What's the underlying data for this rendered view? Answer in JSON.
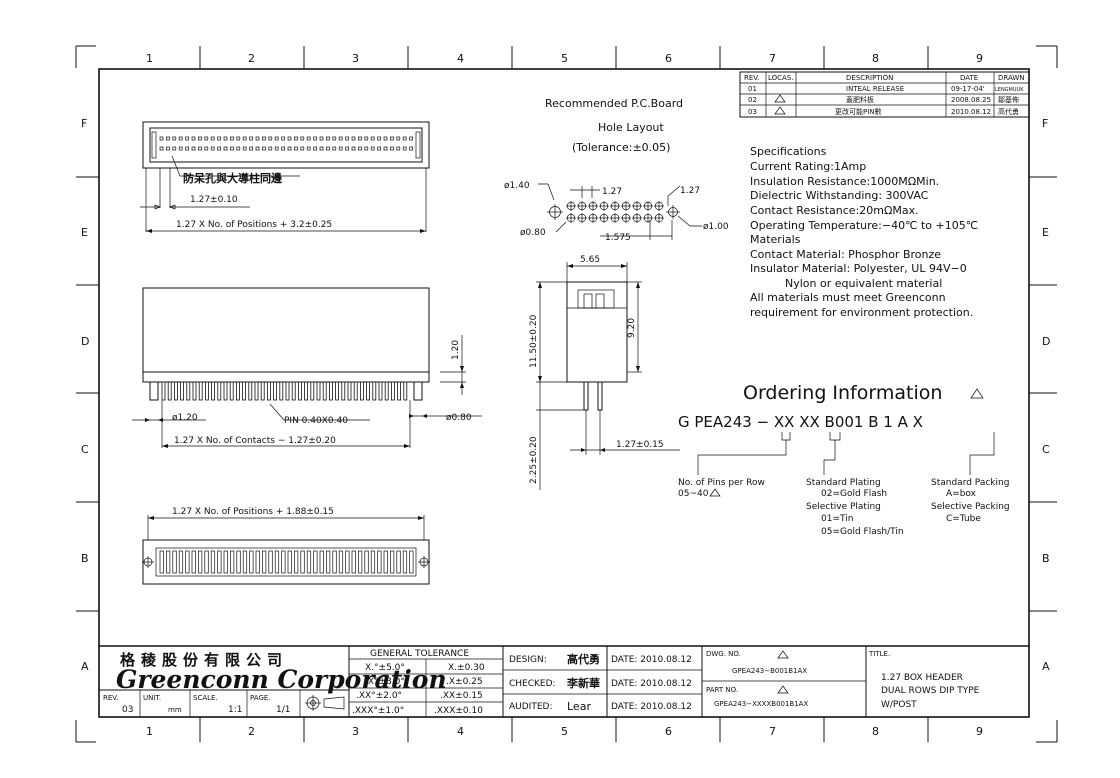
{
  "frame": {
    "col_labels": [
      "1",
      "2",
      "3",
      "4",
      "5",
      "6",
      "7",
      "8",
      "9"
    ],
    "row_labels": [
      "F",
      "E",
      "D",
      "C",
      "B",
      "A"
    ]
  },
  "revision_table": {
    "headers": [
      "REV.",
      "LOCAS.",
      "DESCRIPTION",
      "DATE",
      "DRAWN"
    ],
    "rows": [
      [
        "01",
        "",
        "INTEAL RELEASE",
        "09-17-04'",
        "LENGMUUK"
      ],
      [
        "02",
        "",
        "蓋肥料板",
        "2008.08.25",
        "鄒基佈"
      ],
      [
        "03",
        "",
        "更改可能PIN數",
        "2010.08.12",
        "高代勇"
      ]
    ]
  },
  "pcb_layout": {
    "title_line1": "Recommended P.C.Board",
    "title_line2": "Hole Layout",
    "tolerance": "(Tolerance:±0.05)",
    "dim_hole_large": "ø1.40",
    "dim_pitch_x": "1.27",
    "dim_pitch_y": "1.27",
    "dim_hole_small": "ø0.80",
    "dim_hole_pin": "ø1.00",
    "dim_offset": "1.575"
  },
  "top_view": {
    "note_cn": "防呆孔與大導柱同邊",
    "dim_pitch": "1.27±0.10",
    "dim_total": "1.27 X No. of Positions + 3.2±0.25"
  },
  "front_view": {
    "dim_height": "1.20",
    "dim_pin_dia": "ø1.20",
    "dim_pin_size": "PIN 0.40X0.40",
    "dim_post": "ø0.80",
    "dim_contacts": "1.27 X No. of Contacts − 1.27±0.20"
  },
  "side_view": {
    "dim_width": "5.65",
    "dim_body": "11.50±0.20",
    "dim_inner": "9.20",
    "dim_tail": "2.25±0.20",
    "dim_tail_pitch": "1.27±0.15"
  },
  "bottom_view": {
    "dim_total": "1.27 X No. of Positions + 1.88±0.15"
  },
  "specifications": {
    "title": "Specifications",
    "lines": [
      "Current Rating:1Amp",
      "Insulation Resistance:1000MΩMin.",
      "Dielectric Withstanding:  300VAC",
      "Contact Resistance:20mΩMax.",
      "Operating Temperature:−40℃ to +105℃",
      "Materials",
      "Contact Material: Phosphor Bronze",
      "Insulator Material: Polyester, UL 94V−0",
      "      Nylon or equivalent material",
      "All materials must meet Greenconn",
      "requirement for environment protection."
    ]
  },
  "ordering": {
    "title": "Ordering Information",
    "code": "G PEA243 − XX  XX  B001 B 1 A X",
    "pins_label": "No. of Pins per Row",
    "pins_range": "05~40",
    "plating_std": "Standard Plating",
    "plating_gold": "02=Gold Flash",
    "plating_sel": "Selective Plating",
    "plating_tin": "01=Tin",
    "plating_gf_tin": "05=Gold Flash/Tin",
    "packing_std": "Standard Packing",
    "packing_box": "A=box",
    "packing_sel": "Selective Packing",
    "packing_tube": "C=Tube"
  },
  "title_block": {
    "company_cn": "格稜股份有限公司",
    "company_en": "Greenconn Corporation",
    "rev_label": "REV.",
    "rev_value": "03",
    "unit_label": "UNIT.",
    "unit_value": "mm",
    "scale_label": "SCALE.",
    "scale_value": "1:1",
    "page_label": "PAGE.",
    "page_value": "1/1",
    "tol_title": "GENERAL TOLERANCE",
    "tol_rows": [
      [
        "X.°±5.0°",
        "X.±0.30"
      ],
      [
        ".X°±3.0°",
        ".X±0.25"
      ],
      [
        ".XX°±2.0°",
        ".XX±0.15"
      ],
      [
        ".XXX°±1.0°",
        ".XXX±0.10"
      ]
    ],
    "design_label": "DESIGN:",
    "design_value": "高代勇",
    "checked_label": "CHECKED:",
    "checked_value": "李新華",
    "audited_label": "AUDITED:",
    "audited_value": "Lear",
    "date_design": "DATE: 2010.08.12",
    "date_checked": "DATE: 2010.08.12",
    "date_audited": "DATE: 2010.08.12",
    "dwg_label": "DWG. NO.",
    "dwg_value": "GPEA243−B001B1AX",
    "part_label": "PART NO.",
    "part_value": "GPEA243−XXXXB001B1AX",
    "title_label": "TITLE.",
    "title_lines": [
      "1.27 BOX HEADER",
      "DUAL ROWS DIP TYPE",
      "W/POST"
    ]
  },
  "colors": {
    "ink": "#111111",
    "paper": "#ffffff"
  }
}
